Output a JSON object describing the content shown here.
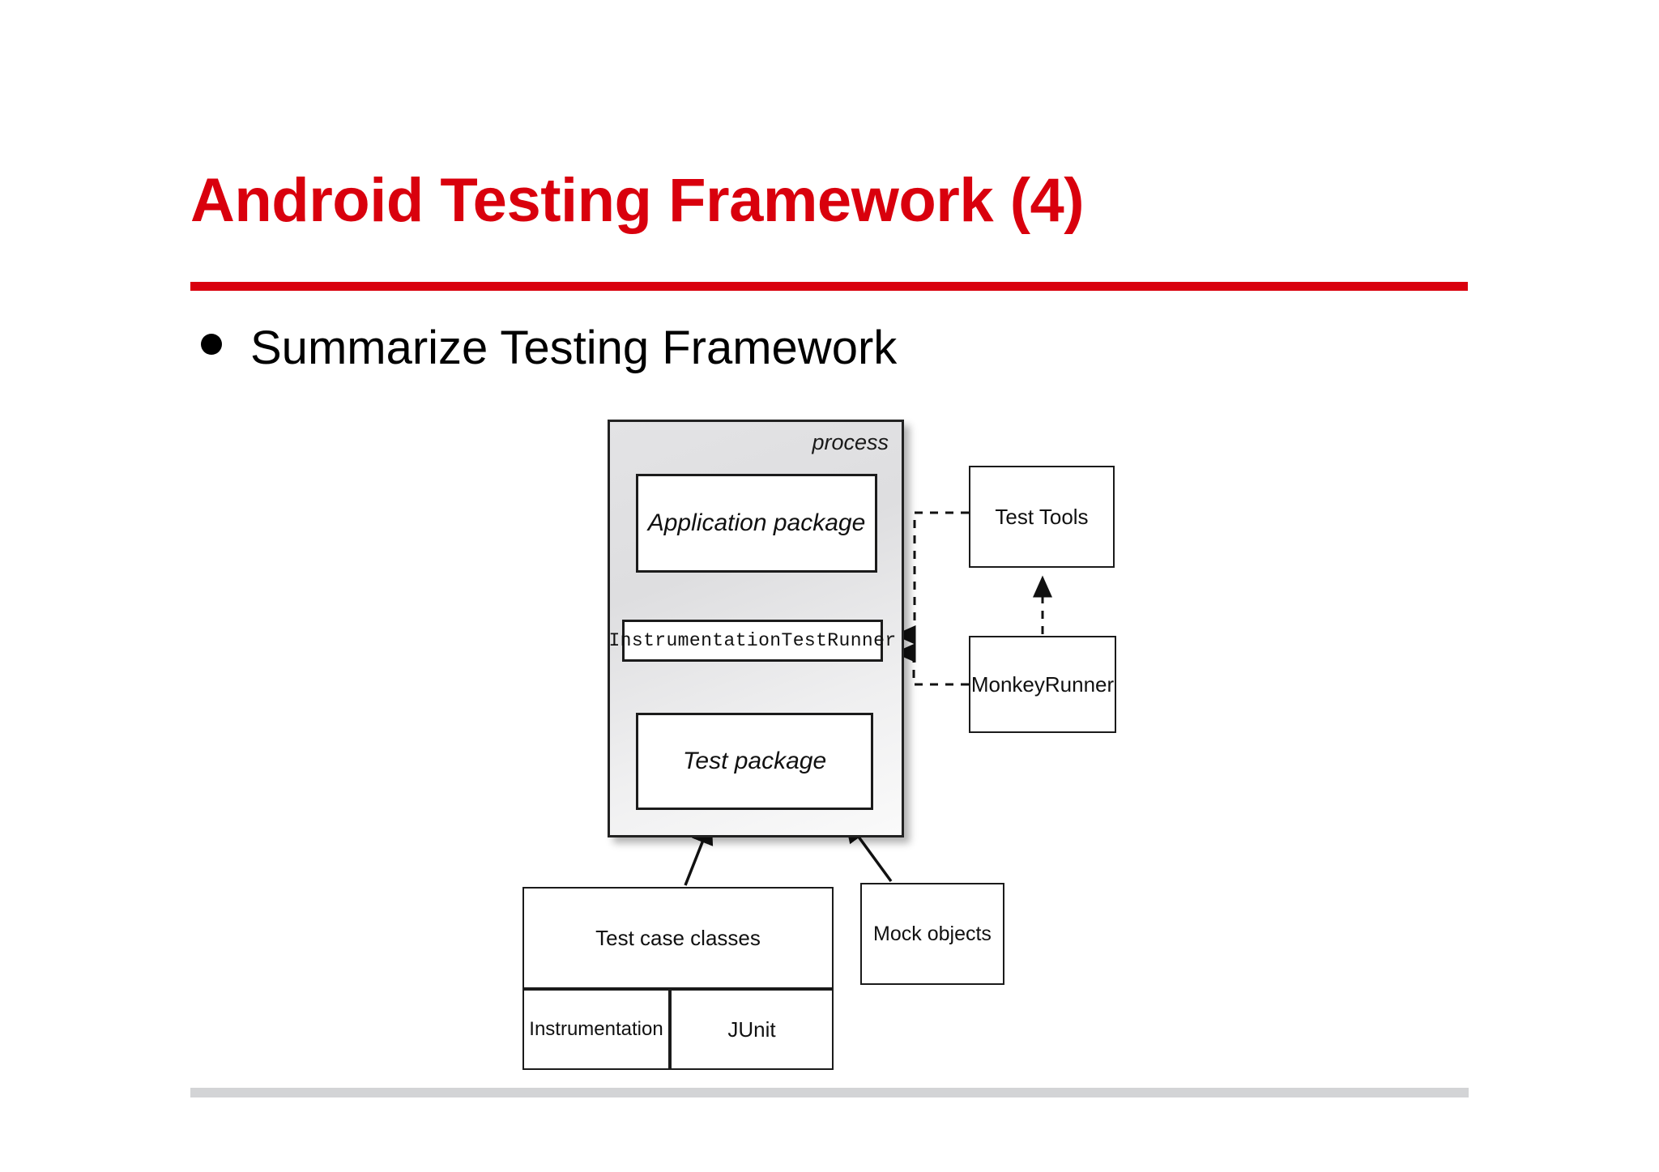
{
  "slide": {
    "title": "Android Testing Framework (4)",
    "accent_color": "#d9000d",
    "footer_color": "#d3d4d6",
    "bullets": [
      {
        "text": "Summarize Testing Framework",
        "marker": "bullet-dot"
      }
    ]
  },
  "diagram": {
    "name": "android-testing-framework-diagram",
    "type": "block-diagram",
    "container": {
      "label": "process",
      "style": "gray-rounded-panel"
    },
    "nodes": [
      {
        "id": "application-package",
        "label": "Application package",
        "style": "italic"
      },
      {
        "id": "instrumentation-test-runner",
        "label": "InstrumentationTestRunner",
        "style": "monospace"
      },
      {
        "id": "test-package",
        "label": "Test package",
        "style": "italic"
      },
      {
        "id": "test-tools",
        "label": "Test Tools",
        "style": "plain"
      },
      {
        "id": "monkey-runner",
        "label": "MonkeyRunner",
        "style": "plain"
      },
      {
        "id": "test-case-classes",
        "label": "Test case classes",
        "style": "plain"
      },
      {
        "id": "instrumentation",
        "label": "Instrumentation",
        "style": "plain"
      },
      {
        "id": "junit",
        "label": "JUnit",
        "style": "plain"
      },
      {
        "id": "mock-objects",
        "label": "Mock objects",
        "style": "plain"
      }
    ],
    "edges": [
      {
        "from": "instrumentation-test-runner",
        "to": "application-package",
        "style": "solid-arrow"
      },
      {
        "from": "test-package",
        "to": "instrumentation-test-runner",
        "style": "solid-arrow"
      },
      {
        "from": "test-tools",
        "to": "instrumentation-test-runner",
        "style": "dashed-arrow"
      },
      {
        "from": "monkey-runner",
        "to": "instrumentation-test-runner",
        "style": "dashed-arrow"
      },
      {
        "from": "monkey-runner",
        "to": "test-tools",
        "style": "dashed-arrow"
      },
      {
        "from": "test-case-classes",
        "to": "test-package",
        "style": "solid-arrow"
      },
      {
        "from": "mock-objects",
        "to": "test-package",
        "style": "solid-arrow"
      }
    ]
  }
}
